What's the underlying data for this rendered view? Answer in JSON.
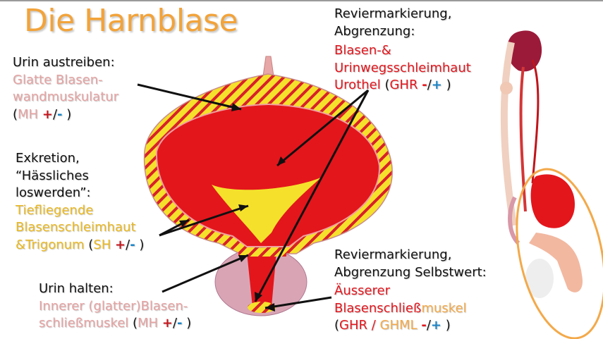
{
  "title": "Die Harnblase",
  "block_urin_austreiben": {
    "heading": "Urin austreiben:",
    "line1": "Glatte Blasen-",
    "line2": "wandmuskulatur",
    "open": "(",
    "code": "MH",
    "plus": "+",
    "slash": "/",
    "minus": "-",
    "close": " )"
  },
  "block_exkretion": {
    "line1": "Exkretion,",
    "line2": "“Hässliches",
    "line3": "loswerden”:",
    "line4": "Tiefliegende",
    "line5": "Blasenschleimhaut",
    "line6": "&Trigonum",
    "open": " (",
    "code": "SH",
    "plus": "+",
    "slash": "/",
    "minus": "-",
    "close": " )"
  },
  "block_urin_halten": {
    "heading": "Urin halten:",
    "line1": "Innerer (glatter)Blasen-",
    "line2": "schließmuskel",
    "open": " (",
    "code": "MH",
    "plus": "+",
    "slash": "/",
    "minus": "-",
    "close": " )"
  },
  "block_urothel": {
    "line1": "Reviermarkierung,",
    "line2": "Abgrenzung:",
    "line3": "Blasen-&",
    "line4": "Urinwegsschleimhaut",
    "line5": "Urothel",
    "open": " (",
    "code": "GHR",
    "minus": "-",
    "slash": "/",
    "plus": "+",
    "close": " )"
  },
  "block_schliessmuskel": {
    "line1": "Reviermarkierung,",
    "line2": "Abgrenzung Selbstwert:",
    "line3": "Äusserer",
    "line4a": "Blasenschließ",
    "line4b": "muskel",
    "open": "(",
    "code1": "GHR",
    "sep": " / ",
    "code2": "GHML",
    "minus": "-",
    "slash": "/",
    "plus": "+",
    "close": " )"
  },
  "colors": {
    "title": "#f2a33a",
    "pink": "#e6a2a2",
    "red": "#e3171e",
    "yellow": "#eab821",
    "orange": "#f3a94a",
    "plus": "#c4161c",
    "minus": "#1b84c6"
  }
}
